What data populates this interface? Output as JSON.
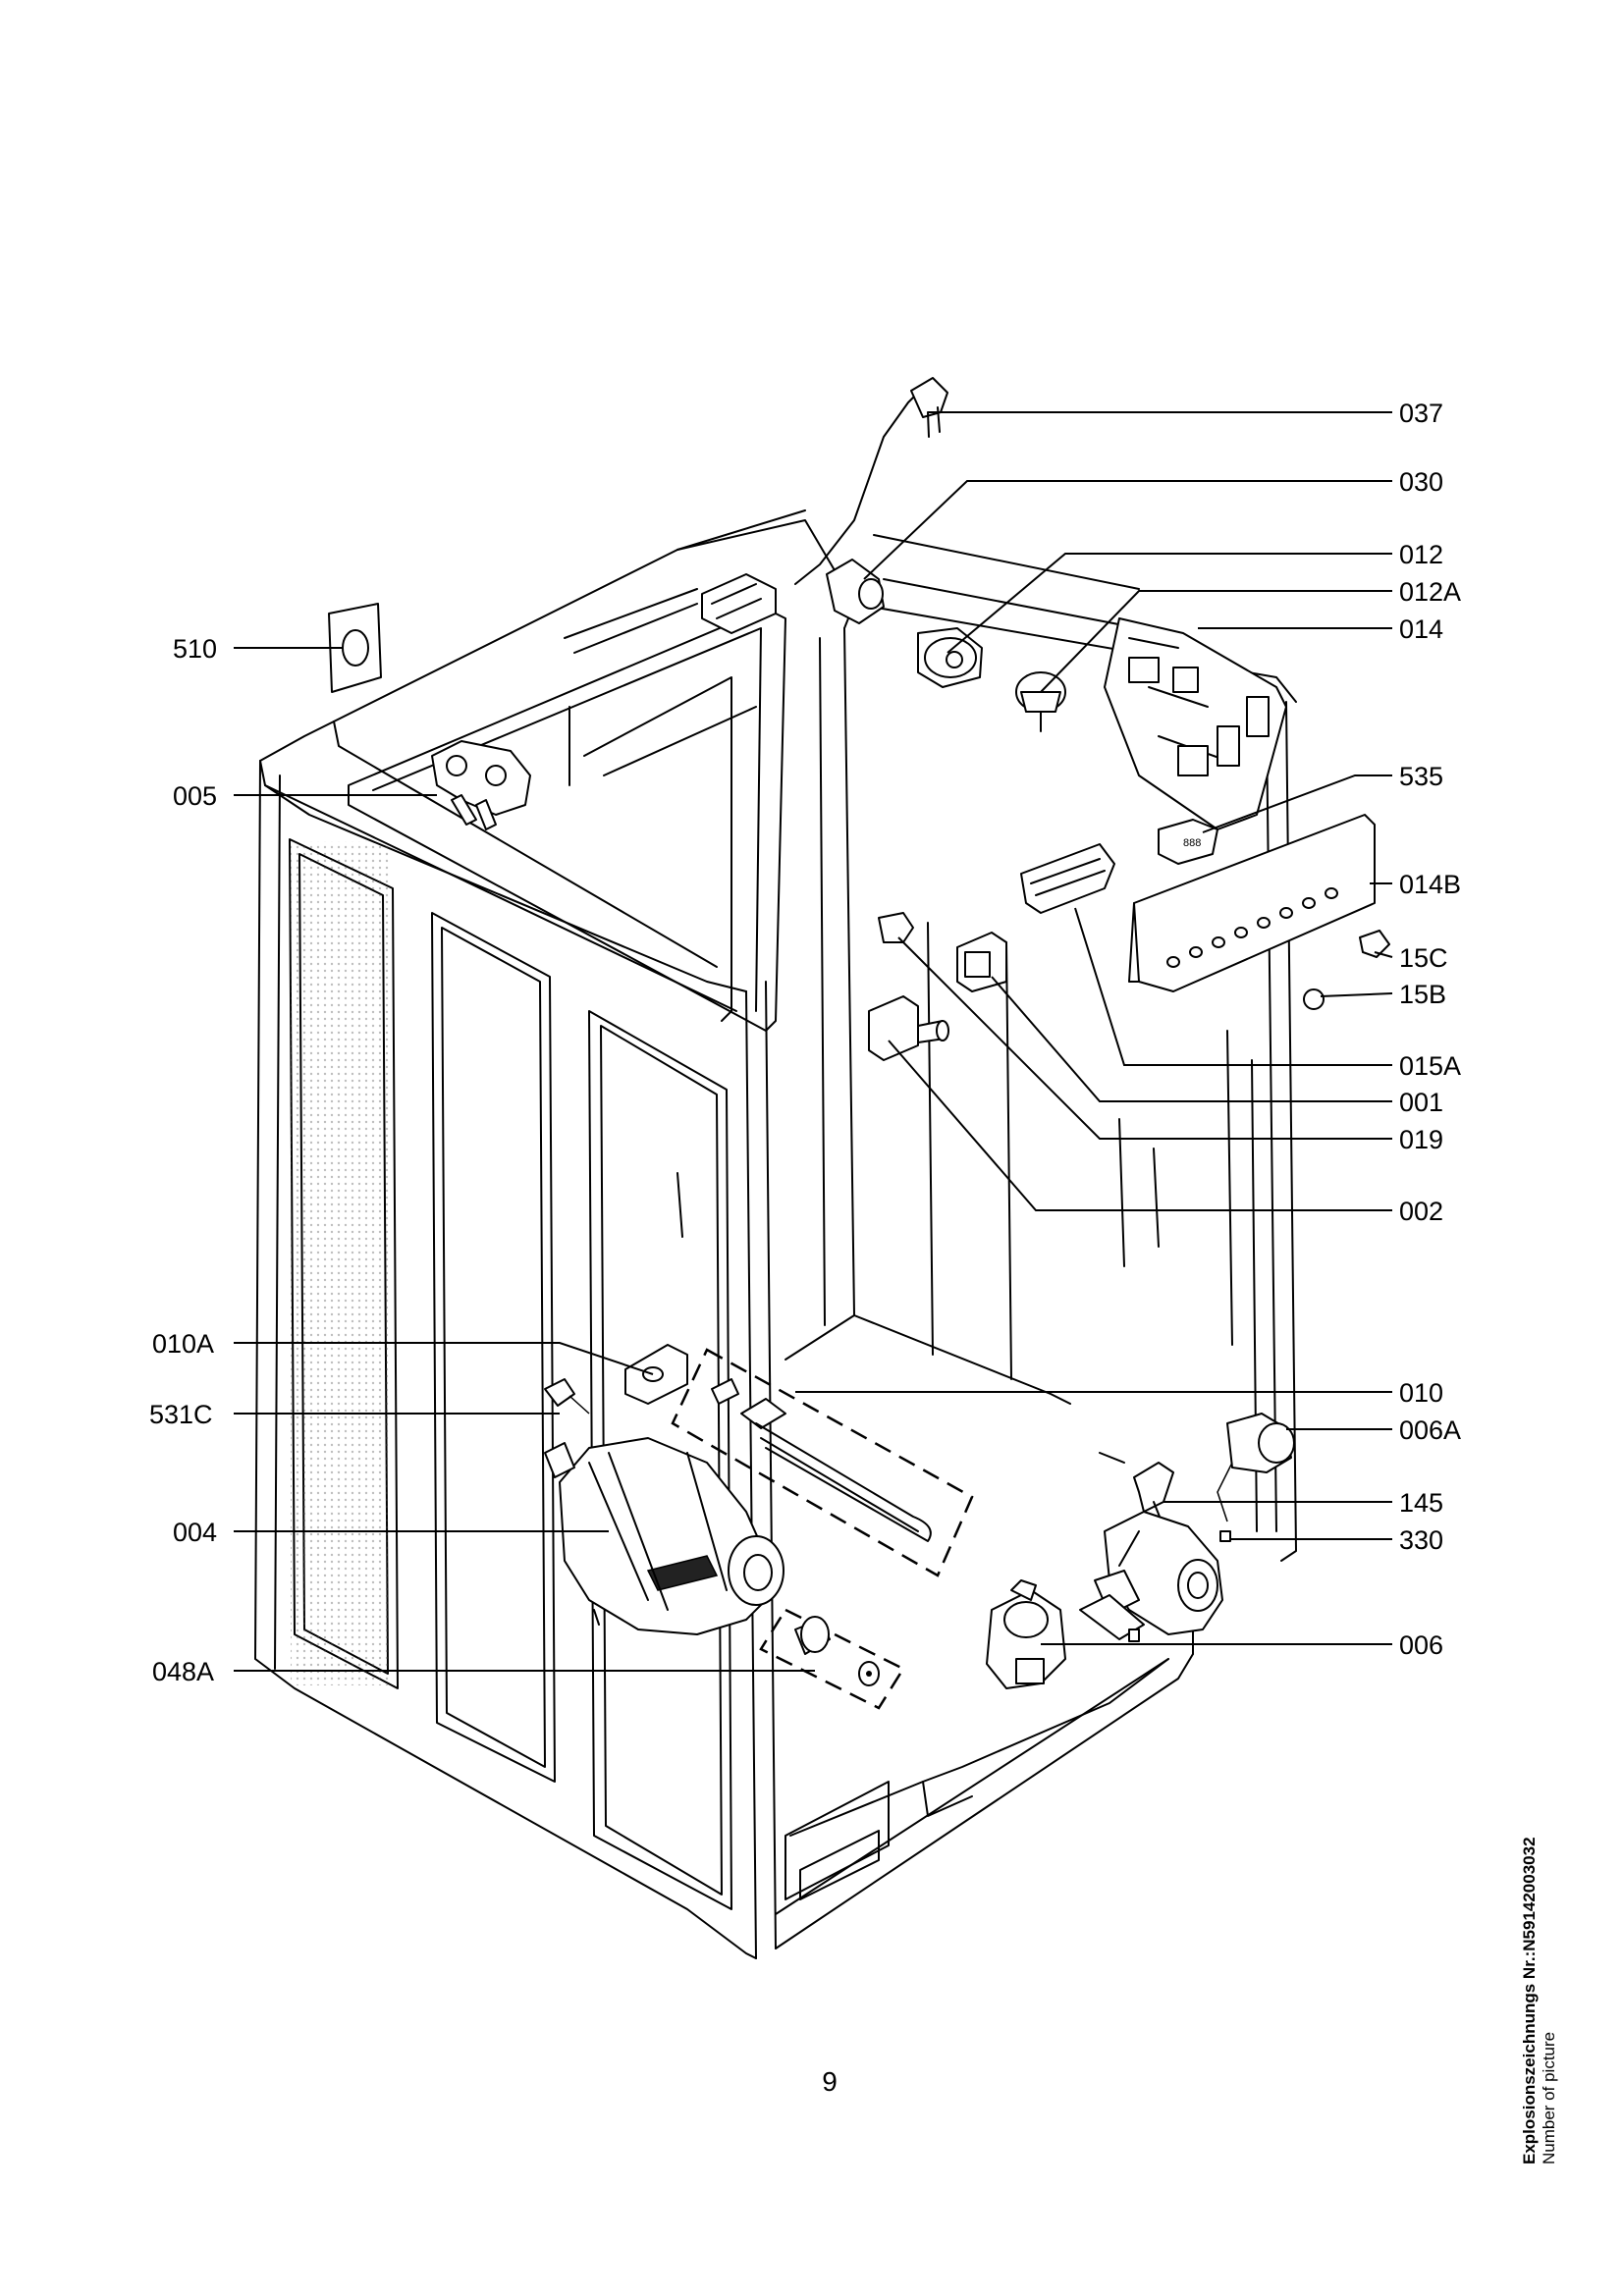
{
  "page_number": "9",
  "caption": {
    "title": "Explosionszeichnungs Nr.:N59142003032",
    "subtitle": "Number of picture"
  },
  "callouts": {
    "c037": "037",
    "c030": "030",
    "c012": "012",
    "c012a": "012A",
    "c014": "014",
    "c510": "510",
    "c005": "005",
    "c535": "535",
    "c014b": "014B",
    "c15c": "15C",
    "c15b": "15B",
    "c015a": "015A",
    "c001": "001",
    "c019": "019",
    "c002": "002",
    "c010a": "010A",
    "c010": "010",
    "c531c": "531C",
    "c006a": "006A",
    "c004": "004",
    "c145": "145",
    "c330": "330",
    "c048a": "048A",
    "c006": "006"
  }
}
